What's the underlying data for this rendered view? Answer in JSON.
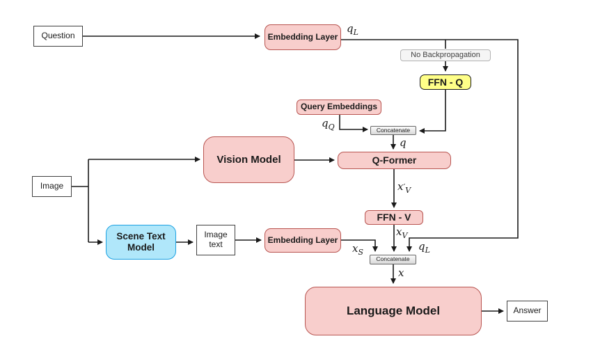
{
  "title": "VQA architecture diagram with Q-Former, scene text branch and language model",
  "colors": {
    "pink_fill": "#f8cecc",
    "pink_border": "#b85450",
    "yellow_fill": "#ffff88",
    "cyan_fill": "#b0e7fa",
    "cyan_border": "#1ba1e2",
    "gray_fill": "#f5f5f5",
    "line_color": "#1a1a1a"
  },
  "nodes": {
    "question": {
      "label": "Question"
    },
    "embedding_layer_top": {
      "label": "Embedding Layer"
    },
    "no_backprop": {
      "label": "No Backpropagation"
    },
    "ffn_q": {
      "label": "FFN - Q"
    },
    "query_embeddings": {
      "label": "Query Embeddings"
    },
    "concatenate_top": {
      "label": "Concatenate"
    },
    "vision_model": {
      "label": "Vision Model"
    },
    "q_former": {
      "label": "Q-Former"
    },
    "ffn_v": {
      "label": "FFN - V"
    },
    "image": {
      "label": "Image"
    },
    "scene_text_model": {
      "line1": "Scene Text",
      "line2": "Model"
    },
    "image_text": {
      "line1": "Image",
      "line2": "text"
    },
    "embedding_layer_bottom": {
      "label": "Embedding Layer"
    },
    "concatenate_bottom": {
      "label": "Concatenate"
    },
    "language_model": {
      "label": "Language Model"
    },
    "answer": {
      "label": "Answer"
    }
  },
  "labels": {
    "q_L_top": {
      "base": "q",
      "sub": "L"
    },
    "q_Q": {
      "base": "q",
      "sub": "Q"
    },
    "q_mid": {
      "base": "q"
    },
    "x_prime_V": {
      "base": "x",
      "prime": "′",
      "sub": "V"
    },
    "x_V": {
      "base": "x",
      "sub": "V"
    },
    "x_S": {
      "base": "x",
      "sub": "S"
    },
    "q_L_bottom": {
      "base": "q",
      "sub": "L"
    },
    "x_final": {
      "base": "x"
    }
  }
}
